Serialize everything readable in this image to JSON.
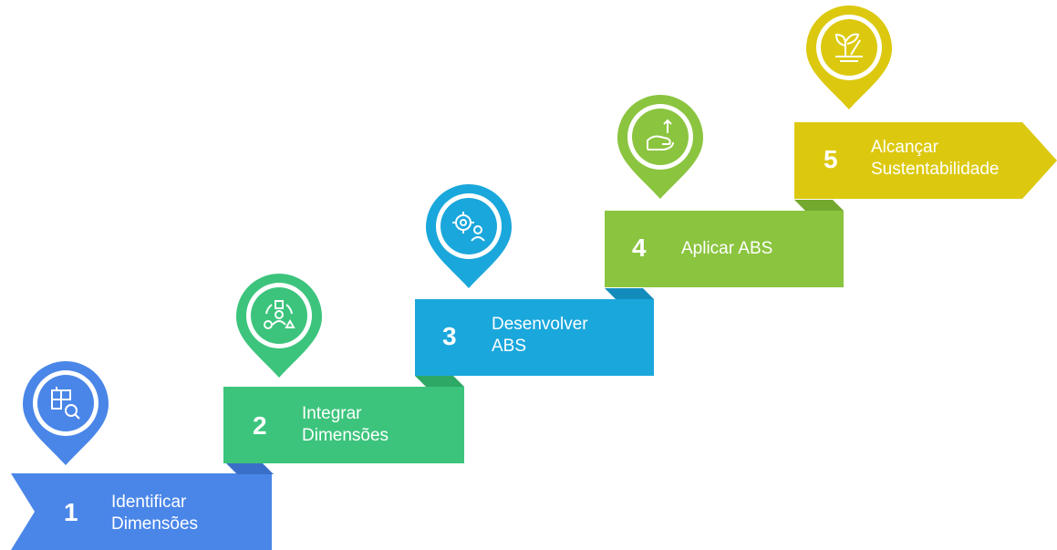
{
  "steps": [
    {
      "number": "1",
      "title_lines": [
        "Identificar",
        "Dimensões"
      ],
      "color": "#4a86e8",
      "fold_color": "#3a6fc9",
      "icon": "grid-search-icon"
    },
    {
      "number": "2",
      "title_lines": [
        "Integrar",
        "Dimensões"
      ],
      "color": "#3cc47c",
      "fold_color": "#2ea865",
      "icon": "shapes-people-icon"
    },
    {
      "number": "3",
      "title_lines": [
        "Desenvolver",
        "ABS"
      ],
      "color": "#1aa7dc",
      "fold_color": "#148cbb",
      "icon": "gear-person-icon"
    },
    {
      "number": "4",
      "title_lines": [
        "Aplicar ABS"
      ],
      "color": "#8bc43f",
      "fold_color": "#73a92e",
      "icon": "hand-arrow-icon"
    },
    {
      "number": "5",
      "title_lines": [
        "Alcançar",
        "Sustentabilidade"
      ],
      "color": "#dcc90f",
      "fold_color": "#c2b00a",
      "icon": "plant-icon"
    }
  ]
}
